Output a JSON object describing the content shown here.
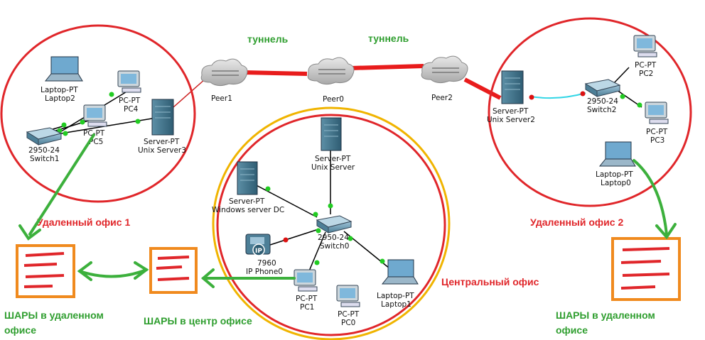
{
  "colors": {
    "ring": "#e0262a",
    "core_ring": "#f0b400",
    "tunnel": "#e81c1c",
    "arrow": "#3cb03c",
    "port_up": "#22cc22",
    "port_down": "#dd1111",
    "cross": "#33d6e6",
    "note_border": "#f08a1e",
    "note_line": "#e0262a"
  },
  "tunnels": [
    "туннель",
    "туннель"
  ],
  "offices": {
    "remote1": "Удаленный офис 1",
    "remote2": "Удаленный офис 2",
    "central": "Центральный офис"
  },
  "shares": {
    "remote1_a": "ШАРЫ в удаленном",
    "remote1_b": "офисе",
    "center": "ШАРЫ в центр офисе",
    "remote2_a": "ШАРЫ в удаленном",
    "remote2_b": "офисе"
  },
  "devices": {
    "laptop2": {
      "type": "Laptop-PT",
      "name": "Laptop2"
    },
    "pc4": {
      "type": "PC-PT",
      "name": "PC4"
    },
    "pc5": {
      "type": "PC-PT",
      "name": "PC5"
    },
    "switch1": {
      "type": "2950-24",
      "name": "Switch1"
    },
    "unix_server3": {
      "type": "Server-PT",
      "name": "Unix Server3"
    },
    "peer1": {
      "name": "Peer1"
    },
    "peer0": {
      "name": "Peer0"
    },
    "peer2": {
      "name": "Peer2"
    },
    "unix_server2": {
      "type": "Server-PT",
      "name": "Unix Server2"
    },
    "switch2": {
      "type": "2950-24",
      "name": "Switch2"
    },
    "pc2": {
      "type": "PC-PT",
      "name": "PC2"
    },
    "pc3": {
      "type": "PC-PT",
      "name": "PC3"
    },
    "laptop0": {
      "type": "Laptop-PT",
      "name": "Laptop0"
    },
    "unix_server": {
      "type": "Server-PT",
      "name": "Unix Server"
    },
    "windows_dc": {
      "type": "Server-PT",
      "name": "Windows server DC"
    },
    "switch0": {
      "type": "2950-24",
      "name": "Switch0"
    },
    "ip_phone0": {
      "type": "7960",
      "name": "IP Phone0"
    },
    "pc1": {
      "type": "PC-PT",
      "name": "PC1"
    },
    "pc0": {
      "type": "PC-PT",
      "name": "PC0"
    },
    "laptop1": {
      "type": "Laptop-PT",
      "name": "Laptop1"
    }
  }
}
